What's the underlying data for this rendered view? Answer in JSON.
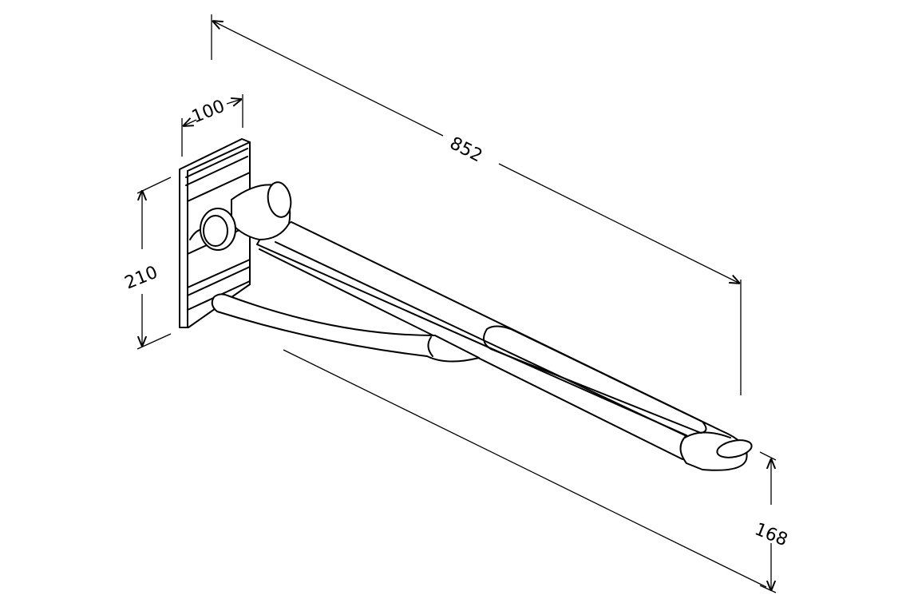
{
  "drawing": {
    "dimensions": {
      "overall_length": "852",
      "plate_width": "100",
      "plate_height": "210",
      "end_height": "168"
    },
    "colors": {
      "line": "#000000",
      "background": "#ffffff"
    }
  }
}
